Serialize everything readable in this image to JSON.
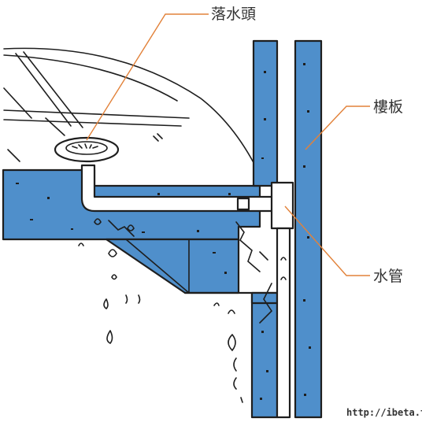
{
  "labels": {
    "floor_drain": "落水頭",
    "floor_slab": "樓板",
    "water_pipe": "水管"
  },
  "watermark": "http://ibeta.tw",
  "colors": {
    "concrete": "#4f8fcb",
    "leader": "#e2823a",
    "pipe": "#ffffff",
    "line": "#1e1e1e"
  }
}
